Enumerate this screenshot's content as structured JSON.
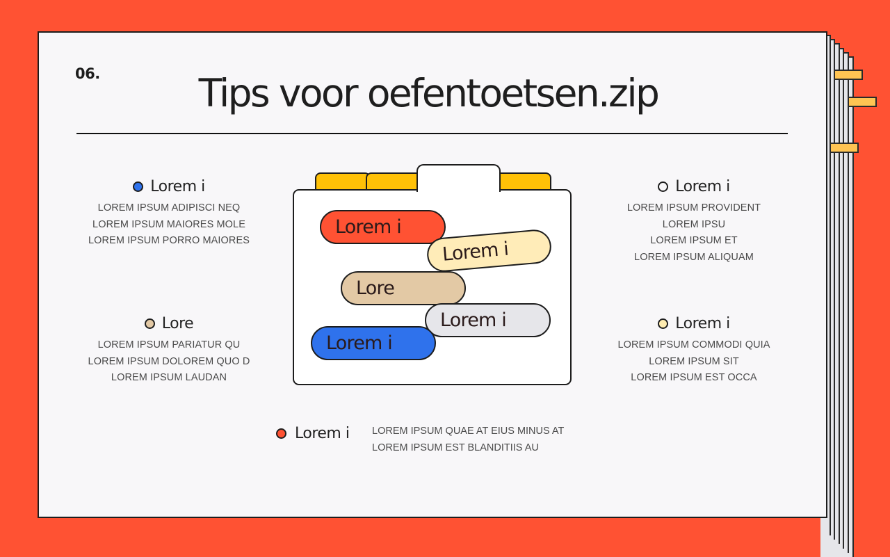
{
  "slide": {
    "number": "06.",
    "title": "Tips voor oefentoetsen.zip"
  },
  "colors": {
    "background": "#FF5233",
    "page": "#F8F7F9",
    "red": "#FF5233",
    "yellow_light": "#FFECB8",
    "tan": "#E3C9A5",
    "grey": "#E6E6EA",
    "blue": "#2F72EC",
    "folder_tab_yellow": "#FFC107",
    "side_tab": "#FFC453"
  },
  "items": [
    {
      "title": "Lorem i",
      "dot_color": "#2F72EC",
      "lines": [
        "LOREM IPSUM ADIPISCI NEQ",
        "LOREM IPSUM MAIORES MOLE",
        "LOREM IPSUM PORRO MAIORES"
      ]
    },
    {
      "title": "Lore",
      "dot_color": "#E3C9A5",
      "lines": [
        "LOREM IPSUM PARIATUR QU",
        "LOREM IPSUM DOLOREM QUO D",
        "LOREM IPSUM LAUDAN"
      ]
    },
    {
      "title": "Lorem i",
      "dot_color": "#F8F7F9",
      "lines": [
        "LOREM IPSUM PROVIDENT",
        "LOREM IPSU",
        "LOREM IPSUM ET",
        "LOREM IPSUM ALIQUAM"
      ]
    },
    {
      "title": "Lorem i",
      "dot_color": "#FFECB0",
      "lines": [
        "LOREM IPSUM COMMODI QUIA",
        "LOREM IPSUM SIT",
        "LOREM IPSUM EST OCCA"
      ]
    },
    {
      "title": "Lorem i",
      "dot_color": "#FF5233",
      "lines": [
        "LOREM IPSUM QUAE AT EIUS MINUS AT",
        "LOREM IPSUM EST BLANDITIIS AU"
      ]
    }
  ],
  "folder": {
    "pills": [
      {
        "label": "Lorem i",
        "color": "#FF5233"
      },
      {
        "label": "Lorem i",
        "color": "#FFECB8"
      },
      {
        "label": "Lore",
        "color": "#E3C9A5"
      },
      {
        "label": "Lorem i",
        "color": "#E6E6EA"
      },
      {
        "label": "Lorem i",
        "color": "#2F72EC"
      }
    ]
  }
}
